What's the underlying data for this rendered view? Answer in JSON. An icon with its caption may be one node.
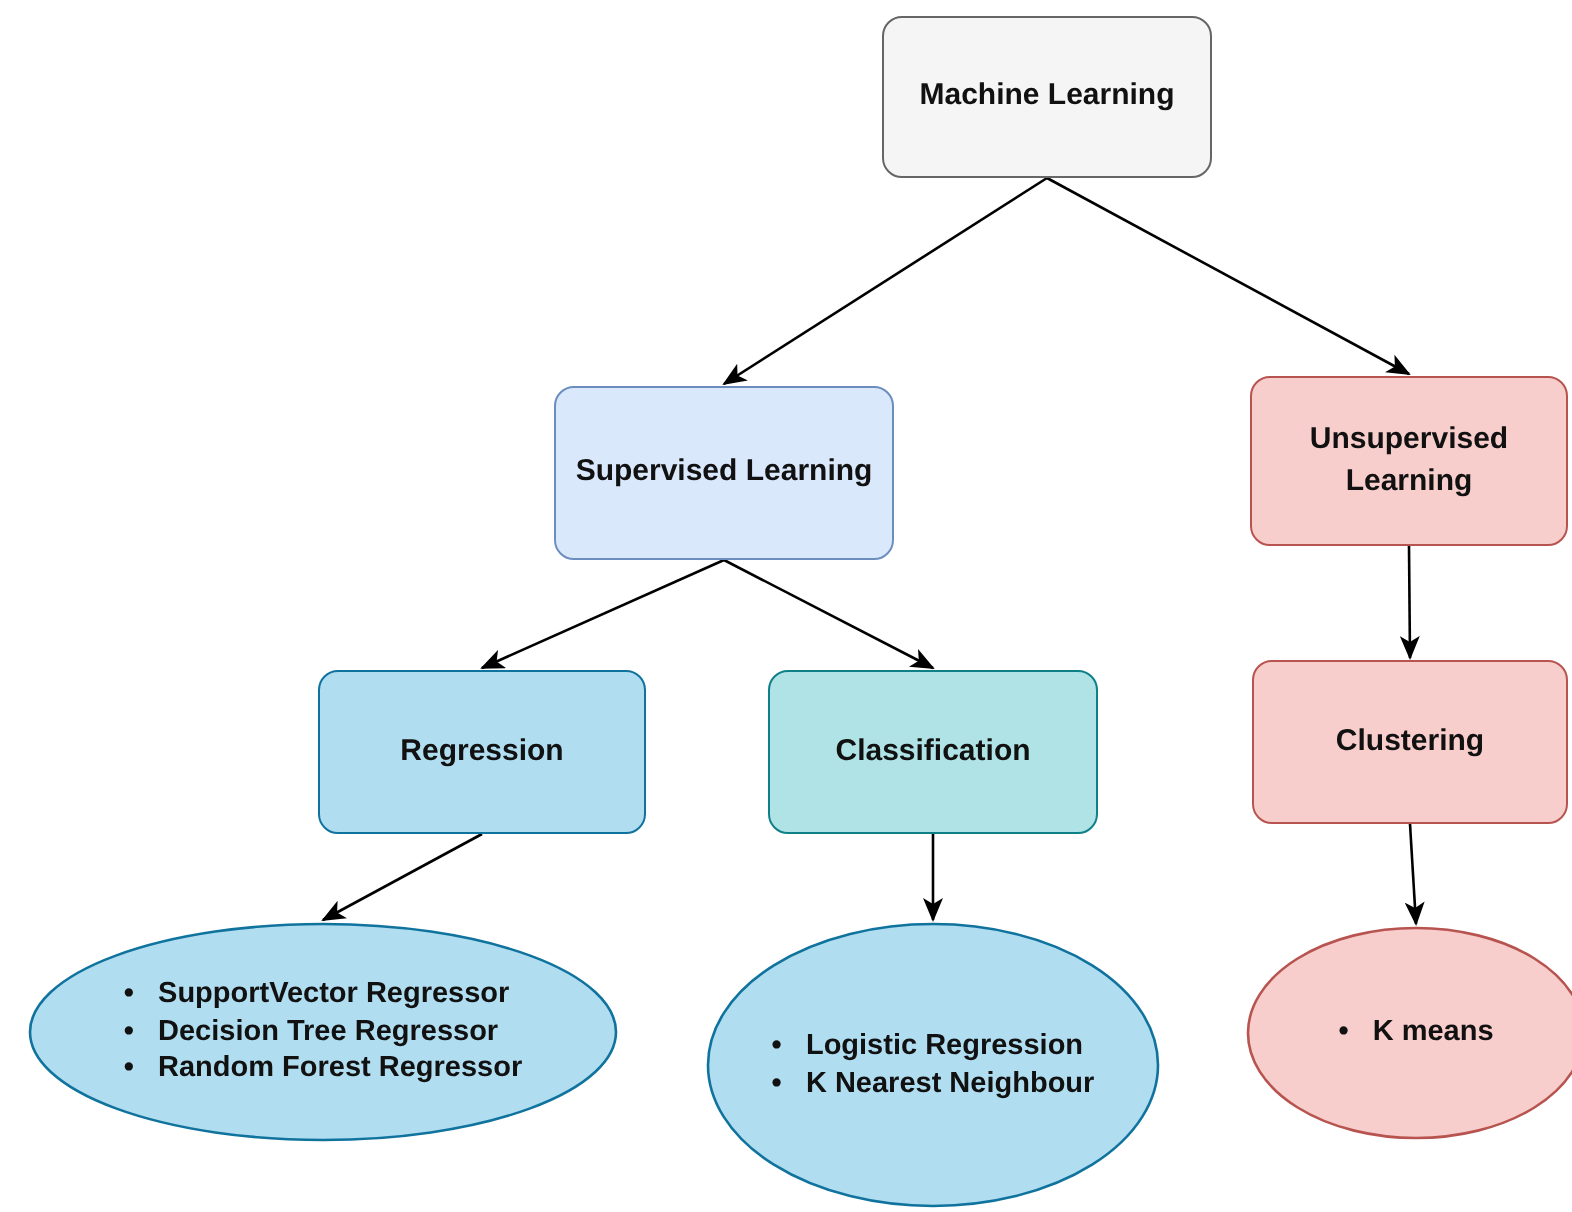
{
  "diagram": {
    "nodes": [
      {
        "text": [
          "Machine Learning"
        ]
      },
      {
        "text": [
          "Supervised Learning"
        ]
      },
      {
        "text": [
          "Unsupervised Learning"
        ]
      },
      {
        "text": [
          "Regression"
        ]
      },
      {
        "text": [
          "Classification"
        ]
      },
      {
        "text": [
          "Clustering"
        ]
      },
      {
        "text": [
          "•   SupportVector Regressor",
          "•   Decision Tree Regressor",
          "•   Random Forest Regressor"
        ]
      },
      {
        "text": [
          "•   Logistic Regression",
          "•   K Nearest Neighbour"
        ]
      },
      {
        "text": [
          "•   K means"
        ]
      }
    ],
    "edges": [
      {
        "from": 0,
        "to": 1,
        "arrow": "to"
      },
      {
        "from": 0,
        "to": 2,
        "arrow": "to"
      },
      {
        "from": 1,
        "to": 3,
        "arrow": "to"
      },
      {
        "from": 1,
        "to": 4,
        "arrow": "to"
      },
      {
        "from": 3,
        "to": 6,
        "arrow": "to"
      },
      {
        "from": 4,
        "to": 7,
        "arrow": "to"
      },
      {
        "from": 2,
        "to": 5,
        "arrow": "to"
      },
      {
        "from": 5,
        "to": 8,
        "arrow": "to"
      }
    ]
  }
}
